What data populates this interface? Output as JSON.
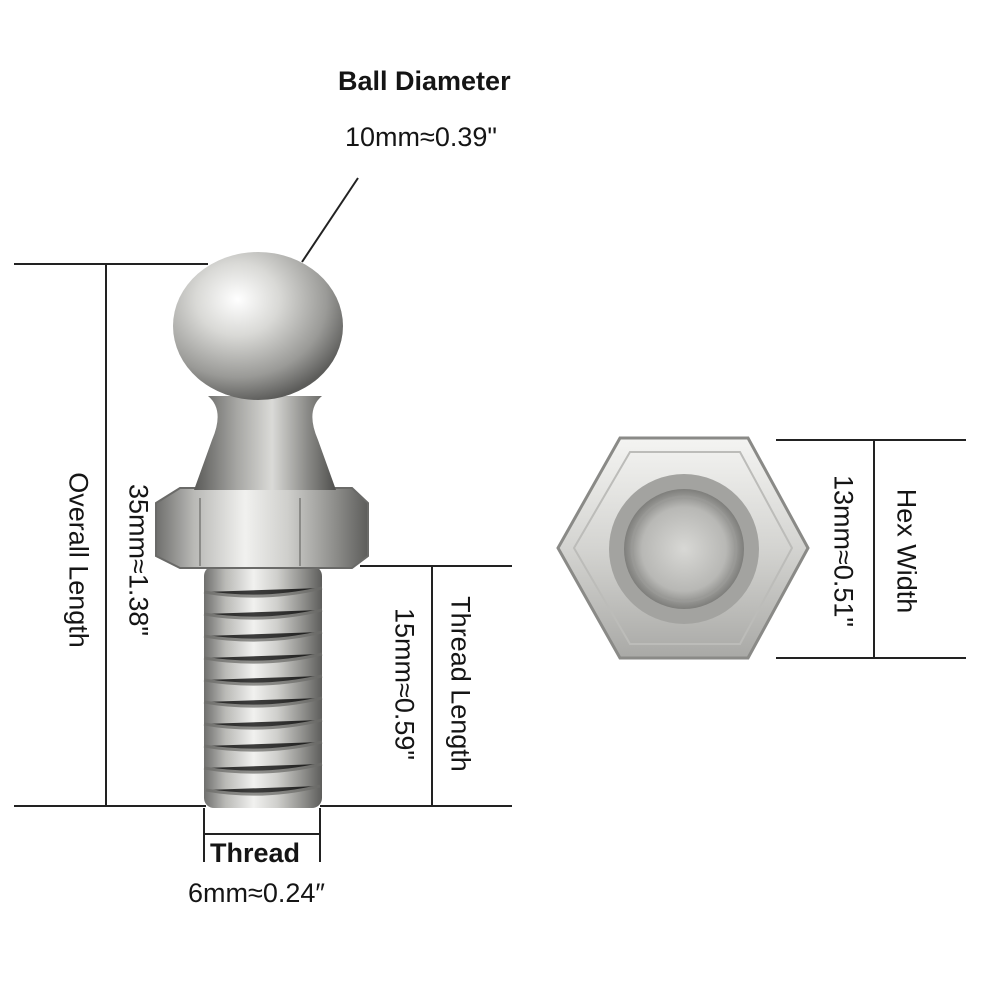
{
  "ball_diameter": {
    "title": "Ball Diameter",
    "value": "10mm≈0.39\""
  },
  "overall_length": {
    "title": "Overall Length",
    "value": "35mm≈1.38\""
  },
  "thread_length": {
    "title": "Thread Length",
    "value": "15mm≈0.59\""
  },
  "hex_width": {
    "title": "Hex Width",
    "value": "13mm≈0.51\""
  },
  "thread": {
    "title": "Thread",
    "value": "6mm≈0.24″"
  },
  "colors": {
    "background": "#ffffff",
    "line": "#222222",
    "metal_light": "#e6e6e4",
    "metal_dark": "#7a7a78"
  },
  "items": [
    "ball-stud",
    "hex-nut"
  ]
}
